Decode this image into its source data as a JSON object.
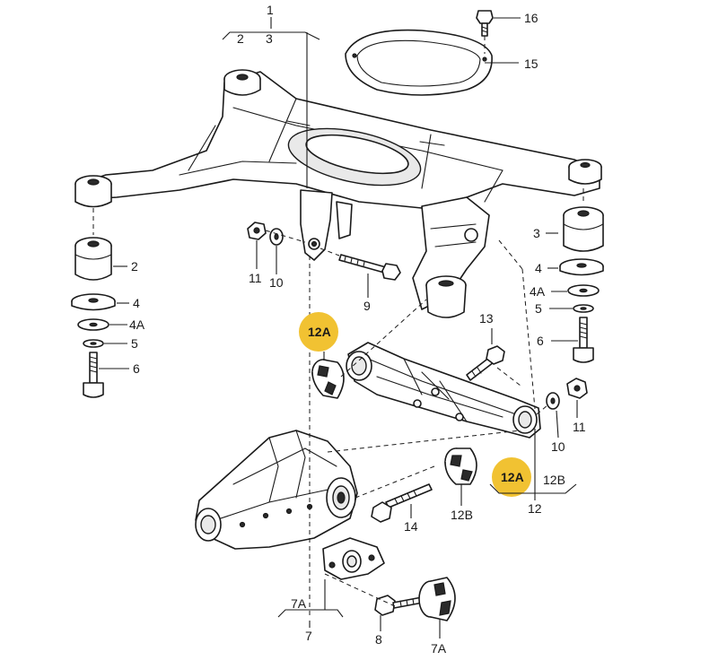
{
  "highlight_color": "#F1C232",
  "callouts": {
    "c1": "1",
    "c2_top": "2",
    "c3_top": "3",
    "c16": "16",
    "c15": "15",
    "c2_left": "2",
    "c4_left": "4",
    "c4a_left": "4A",
    "c5_left": "5",
    "c6_left": "6",
    "c11_left": "11",
    "c10_left": "10",
    "c9": "9",
    "c3_right": "3",
    "c4_right": "4",
    "c4a_right": "4A",
    "c5_right": "5",
    "c6_right": "6",
    "c12a_left": "12A",
    "c13": "13",
    "c11_right": "11",
    "c10_right": "10",
    "c12a_right": "12A",
    "c12b_top": "12B",
    "c12": "12",
    "c14": "14",
    "c12b": "12B",
    "c7a_left": "7A",
    "c7": "7",
    "c8": "8",
    "c7a_right": "7A"
  }
}
